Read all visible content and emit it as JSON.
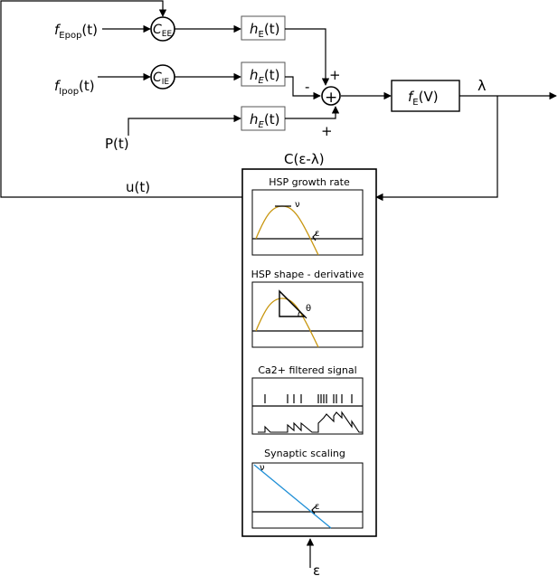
{
  "inputs": {
    "f_epop": {
      "base": "f",
      "sub": "Epop",
      "arg": "(t)"
    },
    "f_ipop": {
      "base": "f",
      "sub": "Ipop",
      "arg": "(t)"
    },
    "p": "P(t)"
  },
  "gains": {
    "cee": {
      "base": "C",
      "sub": "EE"
    },
    "cie": {
      "base": "C",
      "sub": "IE"
    }
  },
  "filters": {
    "h1": {
      "base": "h",
      "sub": "E",
      "arg": "(t)"
    },
    "h2": {
      "base": "h",
      "sub": "E",
      "arg": "(t)"
    },
    "h3": {
      "base": "h",
      "sub": "E",
      "arg": "(t)"
    }
  },
  "summation": {
    "symbol": "+",
    "sign_top": "+",
    "sign_left": "-",
    "sign_bottom": "+"
  },
  "transfer": {
    "base": "f",
    "sub": "E",
    "arg": "(V)"
  },
  "output_label": "λ",
  "feedback_label": "u(t)",
  "controller": {
    "title": "C(ε-λ)",
    "input_label": "ε",
    "panels": [
      {
        "title": "HSP growth rate",
        "marks": [
          "ν",
          "ε"
        ]
      },
      {
        "title": "HSP shape - derivative",
        "marks": [
          "θ"
        ]
      },
      {
        "title": "Ca2+ filtered signal",
        "marks": []
      },
      {
        "title": "Synaptic scaling",
        "marks": [
          "ν",
          "ε"
        ]
      }
    ]
  },
  "colors": {
    "curve": "#c8960f",
    "scaling_line": "#1f8fd6",
    "stroke": "#000000"
  },
  "chart_data": [
    {
      "type": "line",
      "title": "HSP growth rate",
      "series": [
        {
          "values": []
        }
      ]
    },
    {
      "type": "line",
      "title": "HSP shape - derivative",
      "series": [
        {
          "values": []
        }
      ]
    },
    {
      "type": "line",
      "title": "Ca2+ filtered signal",
      "series": [
        {
          "values": []
        }
      ]
    },
    {
      "type": "line",
      "title": "Synaptic scaling",
      "series": [
        {
          "values": []
        }
      ]
    }
  ]
}
